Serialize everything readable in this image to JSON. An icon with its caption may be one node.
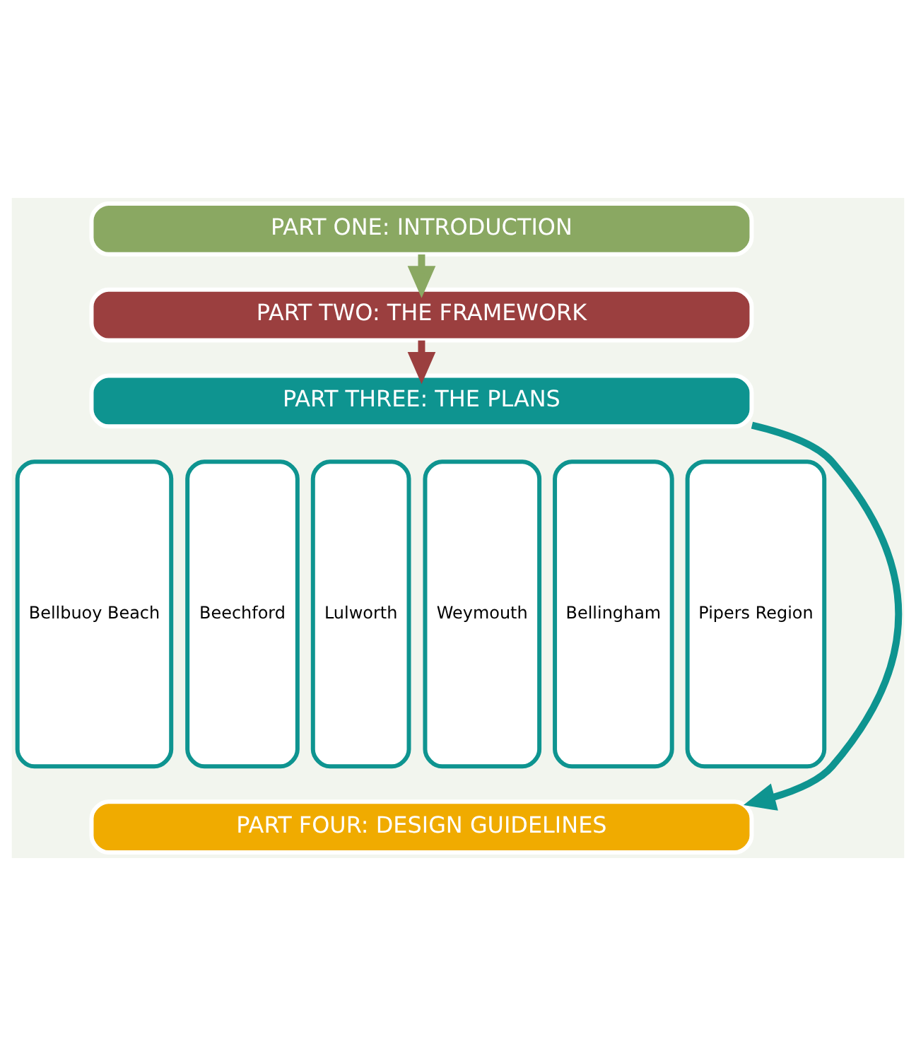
{
  "diagram": {
    "nodes": [
      {
        "text": [
          "PART ONE: INTRODUCTION"
        ]
      },
      {
        "text": [
          "PART TWO: THE FRAMEWORK"
        ]
      },
      {
        "text": [
          "PART THREE: THE PLANS"
        ]
      },
      {
        "text": [
          "Bellbuoy Beach"
        ]
      },
      {
        "text": [
          "Beechford"
        ]
      },
      {
        "text": [
          "Lulworth"
        ]
      },
      {
        "text": [
          "Weymouth"
        ]
      },
      {
        "text": [
          "Bellingham"
        ]
      },
      {
        "text": [
          "Pipers Region"
        ]
      },
      {
        "text": [
          "PART FOUR: DESIGN GUIDELINES"
        ]
      }
    ],
    "edges": [
      {
        "from": 0,
        "to": 1,
        "arrow": "to",
        "color": "#8aa862"
      },
      {
        "from": 1,
        "to": 2,
        "arrow": "to",
        "color": "#9b3f3f"
      },
      {
        "from": 2,
        "to": 9,
        "arrow": "to",
        "color": "#0e9490"
      }
    ]
  }
}
